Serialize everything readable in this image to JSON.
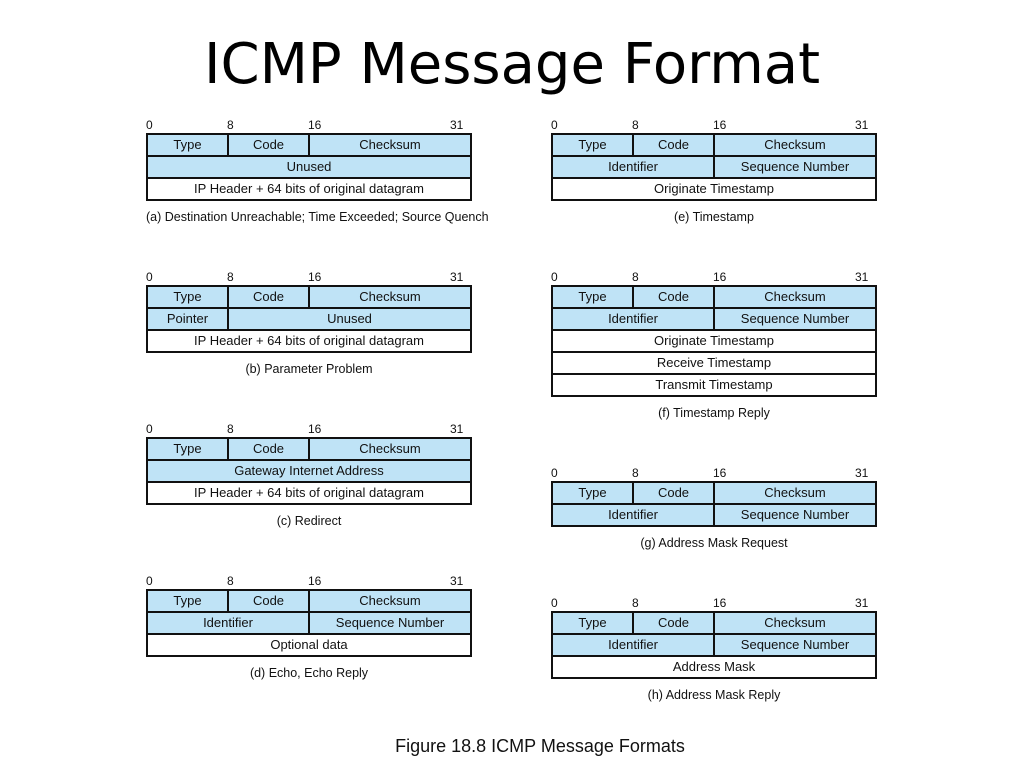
{
  "title": "ICMP Message Format",
  "figure_caption": "Figure 18.8  ICMP Message Formats",
  "bit_labels": [
    "0",
    "8",
    "16",
    "31"
  ],
  "diagrams": [
    {
      "caption": "(a) Destination Unreachable; Time Exceeded; Source Quench",
      "rows": [
        [
          {
            "text": "Type",
            "span": 1
          },
          {
            "text": "Code",
            "span": 1
          },
          {
            "text": "Checksum",
            "span": 2
          }
        ],
        [
          {
            "text": "Unused",
            "span": 4
          }
        ],
        [
          {
            "text": "IP Header + 64 bits of original datagram",
            "span": 4,
            "fill": "white"
          }
        ]
      ]
    },
    {
      "caption": "(b) Parameter Problem",
      "rows": [
        [
          {
            "text": "Type",
            "span": 1
          },
          {
            "text": "Code",
            "span": 1
          },
          {
            "text": "Checksum",
            "span": 2
          }
        ],
        [
          {
            "text": "Pointer",
            "span": 1
          },
          {
            "text": "Unused",
            "span": 3
          }
        ],
        [
          {
            "text": "IP Header + 64 bits of original datagram",
            "span": 4,
            "fill": "white"
          }
        ]
      ]
    },
    {
      "caption": "(c) Redirect",
      "rows": [
        [
          {
            "text": "Type",
            "span": 1
          },
          {
            "text": "Code",
            "span": 1
          },
          {
            "text": "Checksum",
            "span": 2
          }
        ],
        [
          {
            "text": "Gateway Internet Address",
            "span": 4
          }
        ],
        [
          {
            "text": "IP Header + 64 bits of original datagram",
            "span": 4,
            "fill": "white"
          }
        ]
      ]
    },
    {
      "caption": "(d) Echo, Echo Reply",
      "rows": [
        [
          {
            "text": "Type",
            "span": 1
          },
          {
            "text": "Code",
            "span": 1
          },
          {
            "text": "Checksum",
            "span": 2
          }
        ],
        [
          {
            "text": "Identifier",
            "span": 2
          },
          {
            "text": "Sequence Number",
            "span": 2
          }
        ],
        [
          {
            "text": "Optional data",
            "span": 4,
            "fill": "white"
          }
        ]
      ]
    },
    {
      "caption": "(e) Timestamp",
      "rows": [
        [
          {
            "text": "Type",
            "span": 1
          },
          {
            "text": "Code",
            "span": 1
          },
          {
            "text": "Checksum",
            "span": 2
          }
        ],
        [
          {
            "text": "Identifier",
            "span": 2
          },
          {
            "text": "Sequence Number",
            "span": 2
          }
        ],
        [
          {
            "text": "Originate Timestamp",
            "span": 4,
            "fill": "white"
          }
        ]
      ]
    },
    {
      "caption": "(f) Timestamp Reply",
      "rows": [
        [
          {
            "text": "Type",
            "span": 1
          },
          {
            "text": "Code",
            "span": 1
          },
          {
            "text": "Checksum",
            "span": 2
          }
        ],
        [
          {
            "text": "Identifier",
            "span": 2
          },
          {
            "text": "Sequence Number",
            "span": 2
          }
        ],
        [
          {
            "text": "Originate Timestamp",
            "span": 4,
            "fill": "white"
          }
        ],
        [
          {
            "text": "Receive Timestamp",
            "span": 4,
            "fill": "white"
          }
        ],
        [
          {
            "text": "Transmit Timestamp",
            "span": 4,
            "fill": "white"
          }
        ]
      ]
    },
    {
      "caption": "(g) Address Mask Request",
      "rows": [
        [
          {
            "text": "Type",
            "span": 1
          },
          {
            "text": "Code",
            "span": 1
          },
          {
            "text": "Checksum",
            "span": 2
          }
        ],
        [
          {
            "text": "Identifier",
            "span": 2
          },
          {
            "text": "Sequence Number",
            "span": 2
          }
        ]
      ]
    },
    {
      "caption": "(h) Address Mask Reply",
      "rows": [
        [
          {
            "text": "Type",
            "span": 1
          },
          {
            "text": "Code",
            "span": 1
          },
          {
            "text": "Checksum",
            "span": 2
          }
        ],
        [
          {
            "text": "Identifier",
            "span": 2
          },
          {
            "text": "Sequence Number",
            "span": 2
          }
        ],
        [
          {
            "text": "Address Mask",
            "span": 4,
            "fill": "white"
          }
        ]
      ]
    }
  ],
  "colors": {
    "field_fill": "#bfe3f6",
    "border": "#111111"
  }
}
